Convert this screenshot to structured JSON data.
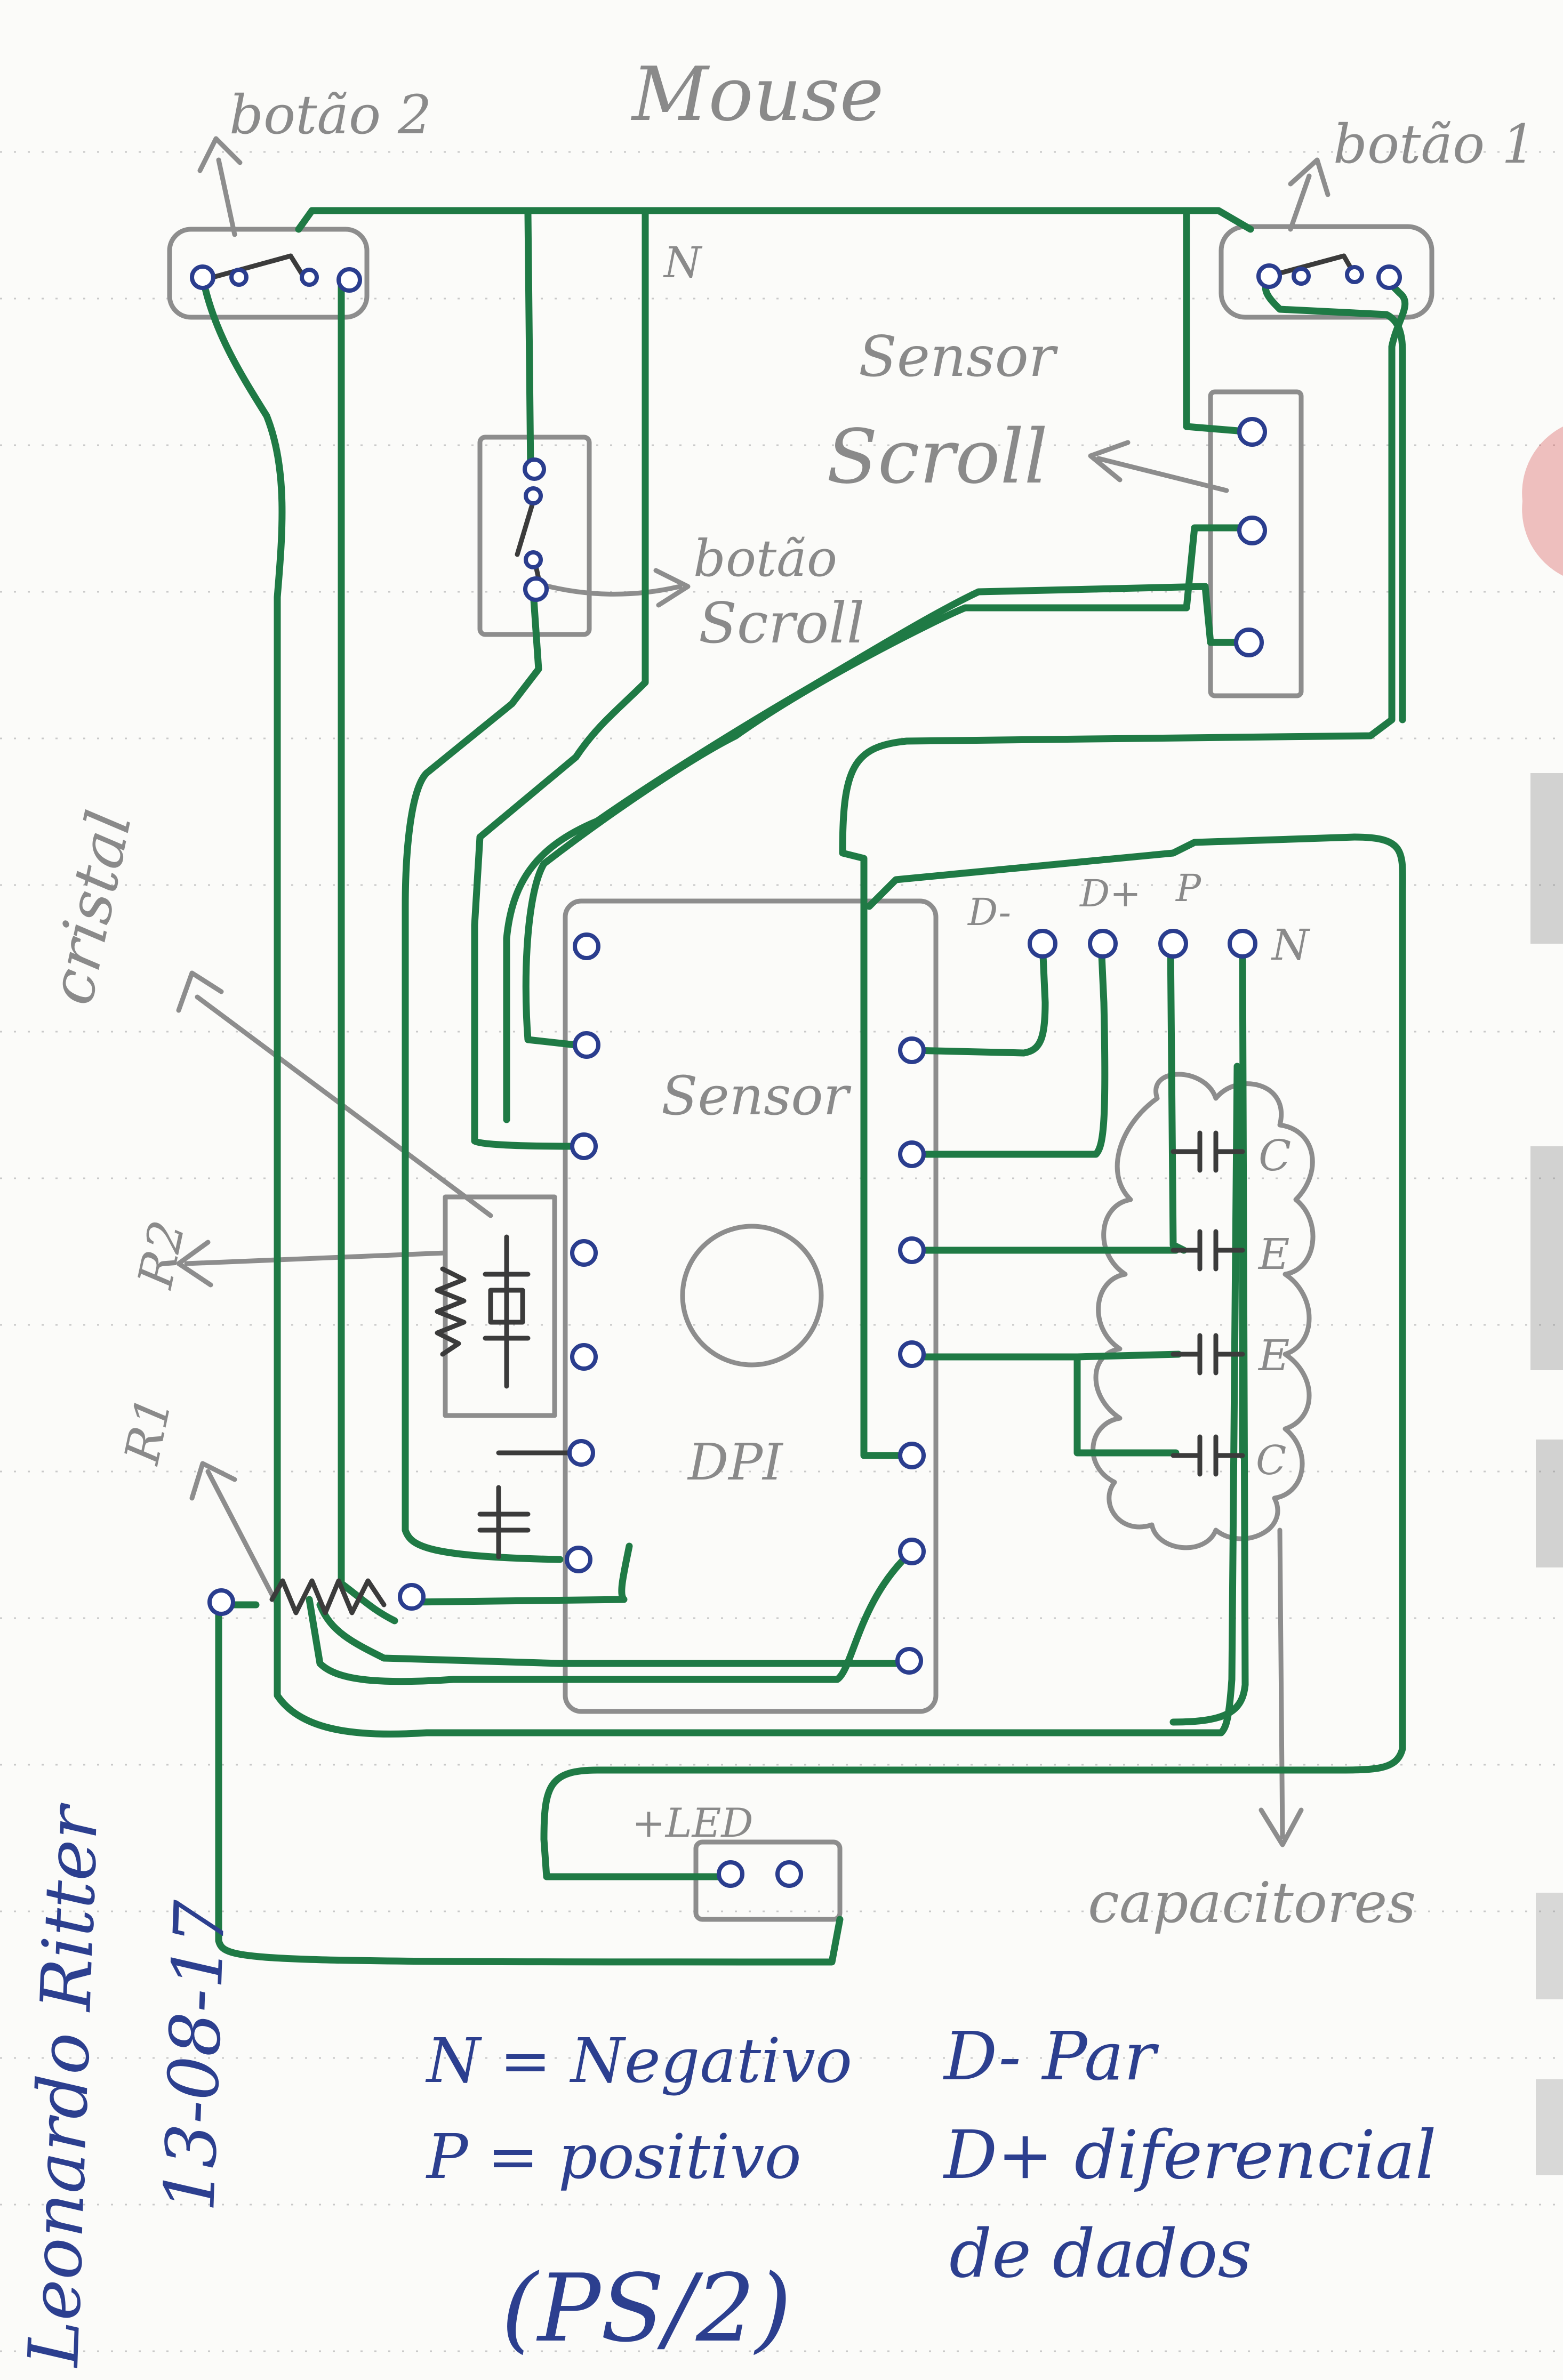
{
  "title": "Mouse",
  "labels": {
    "button2": "botão 2",
    "button1": "botão 1",
    "scroll_sensor_line1": "Sensor",
    "scroll_sensor_line2": "Scroll",
    "scroll_button_line1": "botão",
    "scroll_button_line2": "Scroll",
    "n_top": "N",
    "crystal": "cristal",
    "r2": "R2",
    "r1": "R1",
    "sensor": "Sensor",
    "dpi": "DPI",
    "led": "+LED",
    "capacitors": "capacitores",
    "pin_dminus": "D-",
    "pin_dplus": "D+",
    "pin_p": "P",
    "pin_n": "N",
    "cap_c1": "C",
    "cap_e1": "E",
    "cap_e2": "E",
    "cap_c2": "C"
  },
  "legend": {
    "n_line": "N = Negativo",
    "p_line": "P = positivo",
    "d_line1": "D- Par",
    "d_line2": "D+ diferencial",
    "d_line3": "de dados",
    "protocol": "(PS/2)"
  },
  "signature": {
    "author": "Leonardo Ritter",
    "date": "13-08-17"
  },
  "colors": {
    "wire": "#1f7a45",
    "pencil": "#8d8d8d",
    "ink": "#2c3f8f",
    "paper": "#fbfbf9"
  }
}
